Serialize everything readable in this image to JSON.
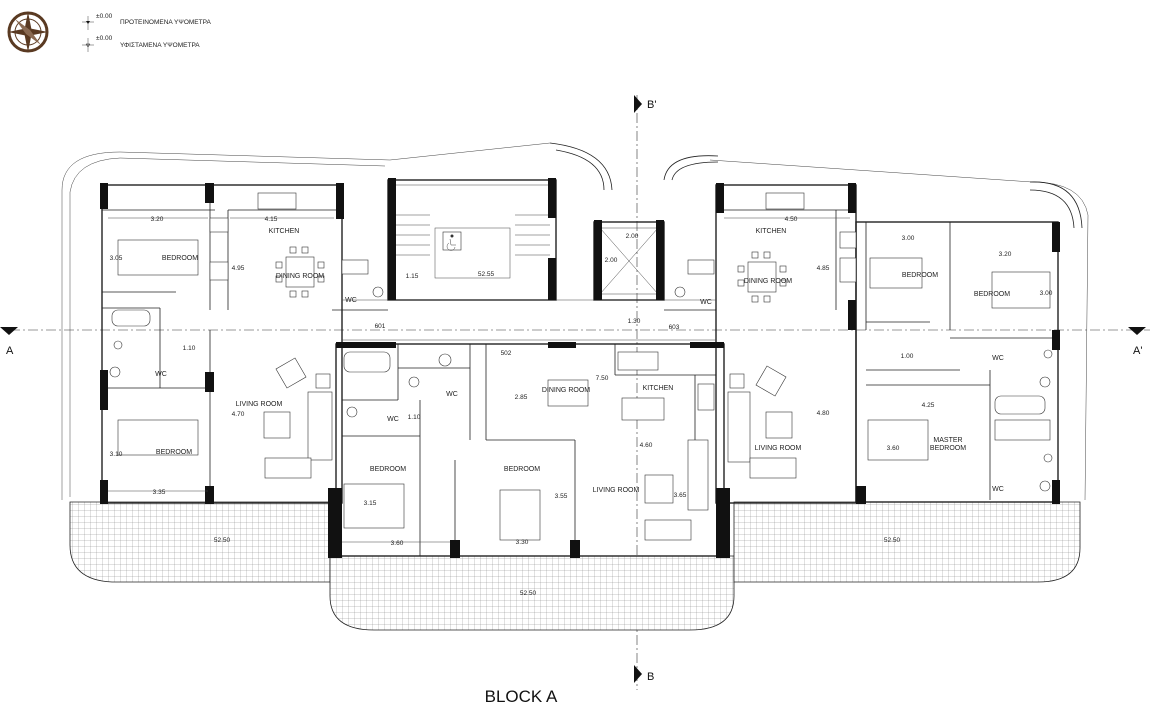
{
  "legend": {
    "proposed_value": "±0.00",
    "proposed_label": "ΠΡΟΤΕΙΝΟΜΕΝΑ ΥΨΟΜΕΤΡΑ",
    "existing_value": "±0.00",
    "existing_label": "ΥΦΙΣΤΑΜΕΝΑ ΥΨΟΜΕΤΡΑ"
  },
  "title": "BLOCK A",
  "sections": {
    "a_left": "A",
    "a_right": "A'",
    "b_top": "B'",
    "b_bottom": "B"
  },
  "rooms": {
    "kitchen_l": "KITCHEN",
    "dining_l": "DINING ROOM",
    "wc_l": "WC",
    "bedroom_l1": "BEDROOM",
    "wc_l2": "WC",
    "bedroom_l2": "BEDROOM",
    "living_l": "LIVING ROOM",
    "kitchen_r": "KITCHEN",
    "dining_r": "DINING ROOM",
    "wc_r": "WC",
    "bedroom_r1": "BEDROOM",
    "bedroom_r2": "BEDROOM",
    "wc_r2": "WC",
    "master_1": "MASTER",
    "master_2": "BEDROOM",
    "wc_r3": "WC",
    "living_r": "LIVING ROOM",
    "dining_c": "DINING ROOM",
    "kitchen_c": "KITCHEN",
    "wc_c1": "WC",
    "wc_c2": "WC",
    "bedroom_c1": "BEDROOM",
    "bedroom_c2": "BEDROOM",
    "living_c": "LIVING ROOM"
  },
  "dims": {
    "d320": "3.20",
    "d415": "4.15",
    "d305": "3.05",
    "d495": "4.95",
    "d115": "1.15",
    "d110": "1.10",
    "d470": "4.70",
    "d310": "3.10",
    "d335": "3.35",
    "d200a": "2.00",
    "d200b": "2.00",
    "d130": "1.30",
    "d450": "4.50",
    "d300": "3.00",
    "d320r": "3.20",
    "d485": "4.85",
    "d300r": "3.00",
    "d100": "1.00",
    "d425": "4.25",
    "d480": "4.80",
    "d360r": "3.60",
    "d750": "7.50",
    "d285": "2.85",
    "d460": "4.60",
    "d110c": "1.10",
    "d315": "3.15",
    "d355": "3.55",
    "d365": "3.65",
    "d360": "3.60",
    "d330": "3.30",
    "d502": "502",
    "d601": "601",
    "d603": "603"
  },
  "levels": {
    "stair": "52.55",
    "bal_l": "52.50",
    "bal_c": "52.50",
    "bal_r": "52.50"
  }
}
